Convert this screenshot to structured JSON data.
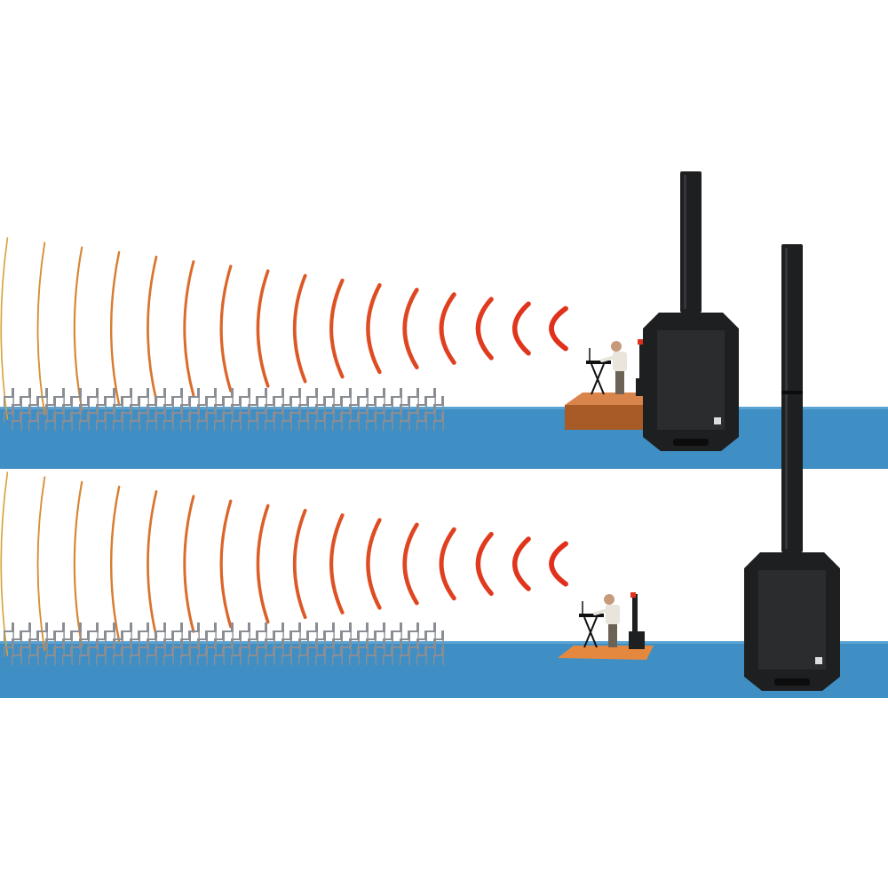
{
  "panels": [
    {
      "id": "top",
      "variant": "raised-stage",
      "arc_count": 16,
      "chair_rows": 4
    },
    {
      "id": "bottom",
      "variant": "floor-level",
      "arc_count": 16,
      "chair_rows": 4
    }
  ],
  "colors": {
    "background": "#ffffff",
    "floor": "#3f8ec4",
    "floor_edge": "#5aa3d3",
    "stage": "#d9844a",
    "stage_dark": "#a85a27",
    "floor_mat": "#e5883f",
    "wave_near": "#e1301c",
    "wave_far": "#d4a23a",
    "chair": "#8a8e94",
    "speaker": "#1e1f21",
    "speaker_light": "#34363a",
    "person_shirt": "#e9e4dc",
    "person_pants": "#6d6256"
  },
  "icons": {
    "wave": "sound-wave-icon",
    "chair": "chair-icon",
    "speaker": "column-speaker-icon",
    "person": "performer-icon",
    "keyboard_stand": "keyboard-stand-icon"
  }
}
